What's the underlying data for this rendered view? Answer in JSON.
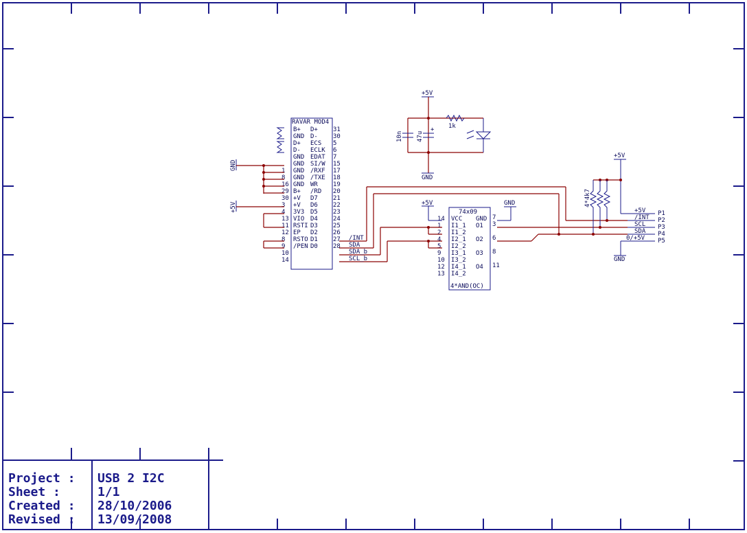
{
  "title_block": {
    "rows": [
      {
        "key": "Project :",
        "value": "USB 2 I2C"
      },
      {
        "key": "Sheet :",
        "value": "1/1"
      },
      {
        "key": "Created :",
        "value": "28/10/2006"
      },
      {
        "key": "Revised :",
        "value": "13/09/2008"
      }
    ]
  },
  "u1": {
    "name": "RAVAR MOD4",
    "left_labels": [
      "B+",
      "GND",
      "D+",
      "D-",
      "GND",
      "GND",
      "GND",
      "GND",
      "GND",
      "B+",
      "+V",
      "+V",
      "3V3",
      "VIO",
      "RSTI",
      "EP",
      "RSTO",
      "/PEN"
    ],
    "left_pins": [
      "1",
      "8",
      "16",
      "29",
      "30",
      "3",
      "4",
      "13",
      "11",
      "12",
      "8",
      "9",
      "10",
      "14"
    ],
    "right_labels": [
      "D+",
      "D-",
      "ECS",
      "ECLK",
      "EDAT",
      "SI/W",
      "/RXF",
      "/TXE",
      "WR",
      "/RD",
      "D7",
      "D6",
      "D5",
      "D4",
      "D3",
      "D2",
      "D1",
      "D0"
    ],
    "right_pins": [
      "31",
      "30",
      "5",
      "6",
      "7",
      "15",
      "17",
      "18",
      "19",
      "20",
      "21",
      "22",
      "23",
      "24",
      "25",
      "26",
      "27",
      "28"
    ]
  },
  "u2": {
    "name": "74x09",
    "sub": "4*AND(OC)",
    "left_labels": [
      "VCC",
      "I1_1",
      "I1_2",
      "I2_1",
      "I2_2",
      "I3_1",
      "I3_2",
      "I4_1",
      "I4_2"
    ],
    "left_pins": [
      "14",
      "1",
      "2",
      "4",
      "5",
      "9",
      "10",
      "12",
      "13"
    ],
    "right_labels": [
      "GND",
      "O1",
      "O2",
      "O3",
      "O4"
    ],
    "right_pins": [
      "7",
      "3",
      "6",
      "8",
      "11"
    ]
  },
  "nets": {
    "int": "/INT",
    "sda": "SDA",
    "sda_b": "SDA_b",
    "scl_b": "SCL_b",
    "vcc": "+5V",
    "gnd": "GND"
  },
  "power_block": {
    "cap1": "10n",
    "cap2": "47u",
    "res": "1k"
  },
  "pullups": {
    "label": "4*4k7"
  },
  "connector": {
    "labels": [
      "+5V",
      "/INT",
      "SCL",
      "SDA",
      "0/+5V"
    ],
    "pins": [
      "P1",
      "P2",
      "P3",
      "P4",
      "P5"
    ]
  }
}
